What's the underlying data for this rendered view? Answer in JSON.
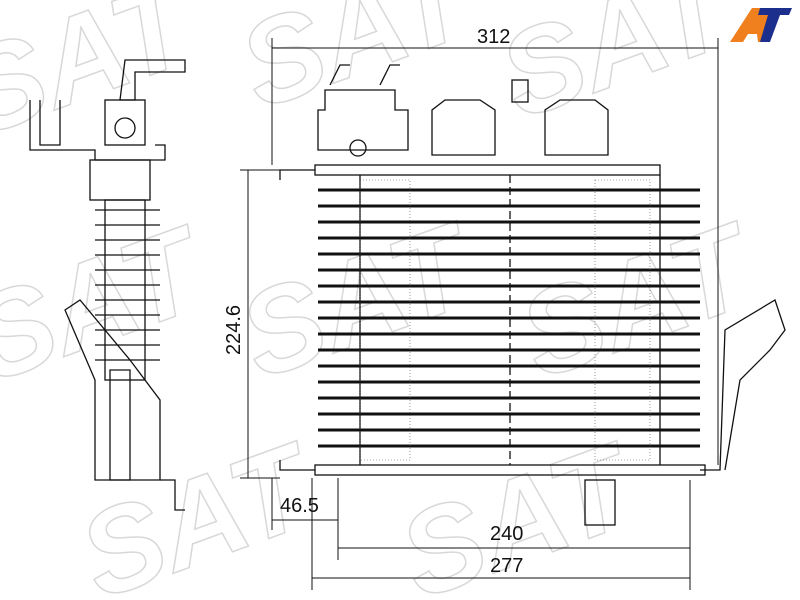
{
  "logo": {
    "text": "AT",
    "colors": {
      "a": "#f07f1e",
      "t": "#1c2f8c"
    }
  },
  "watermark": "SAT",
  "dimensions": {
    "overall_width": "312",
    "height": "224.6",
    "offset": "46.5",
    "inner_width": "240",
    "base_width": "277"
  }
}
